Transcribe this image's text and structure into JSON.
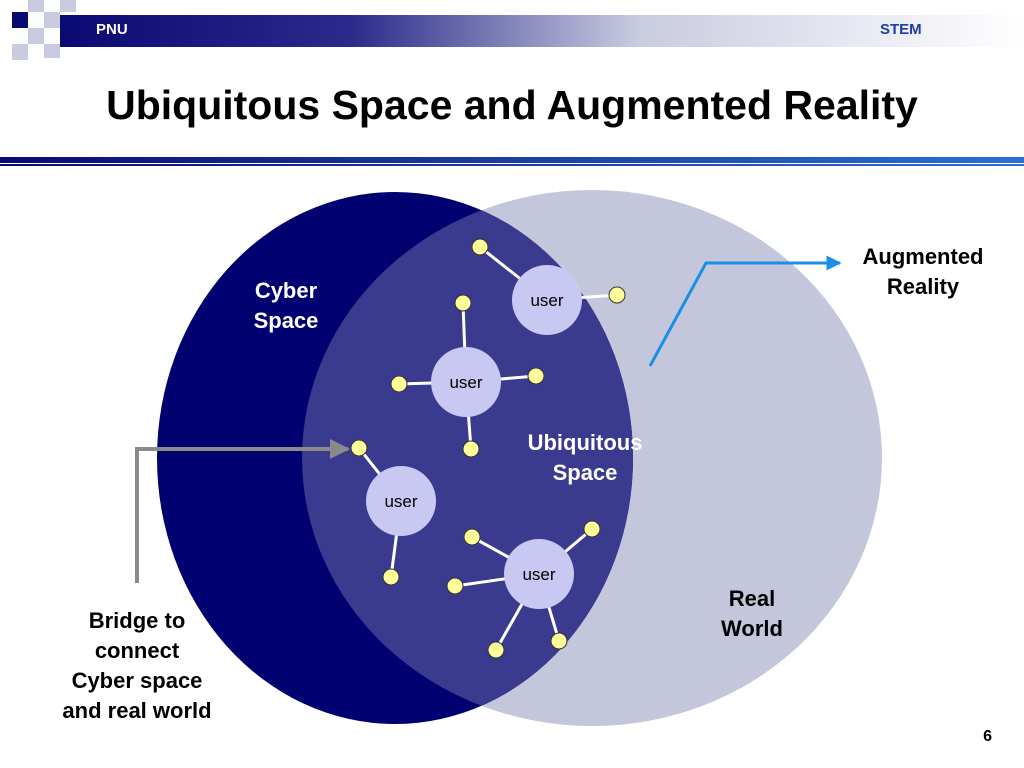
{
  "header": {
    "left": "PNU",
    "right": "STEM"
  },
  "title": "Ubiquitous Space and Augmented Reality",
  "labels": {
    "cyber_line1": "Cyber",
    "cyber_line2": "Space",
    "ubiq_line1": "Ubiquitous",
    "ubiq_line2": "Space",
    "real_line1": "Real",
    "real_line2": "World",
    "ar_line1": "Augmented",
    "ar_line2": "Reality",
    "bridge_line1": "Bridge to",
    "bridge_line2": "connect",
    "bridge_line3": "Cyber space",
    "bridge_line4": "and real world"
  },
  "user_nodes": [
    "user",
    "user",
    "user",
    "user"
  ],
  "page_number": "6",
  "colors": {
    "cyber": "#000070",
    "overlap": "#3a3a8e",
    "real": "#c4c6dc",
    "user_fill": "#c8c8f2",
    "device_fill": "#ffff99",
    "ar_arrow": "#1b8fe6",
    "bridge_arrow": "#8a8a8a"
  }
}
